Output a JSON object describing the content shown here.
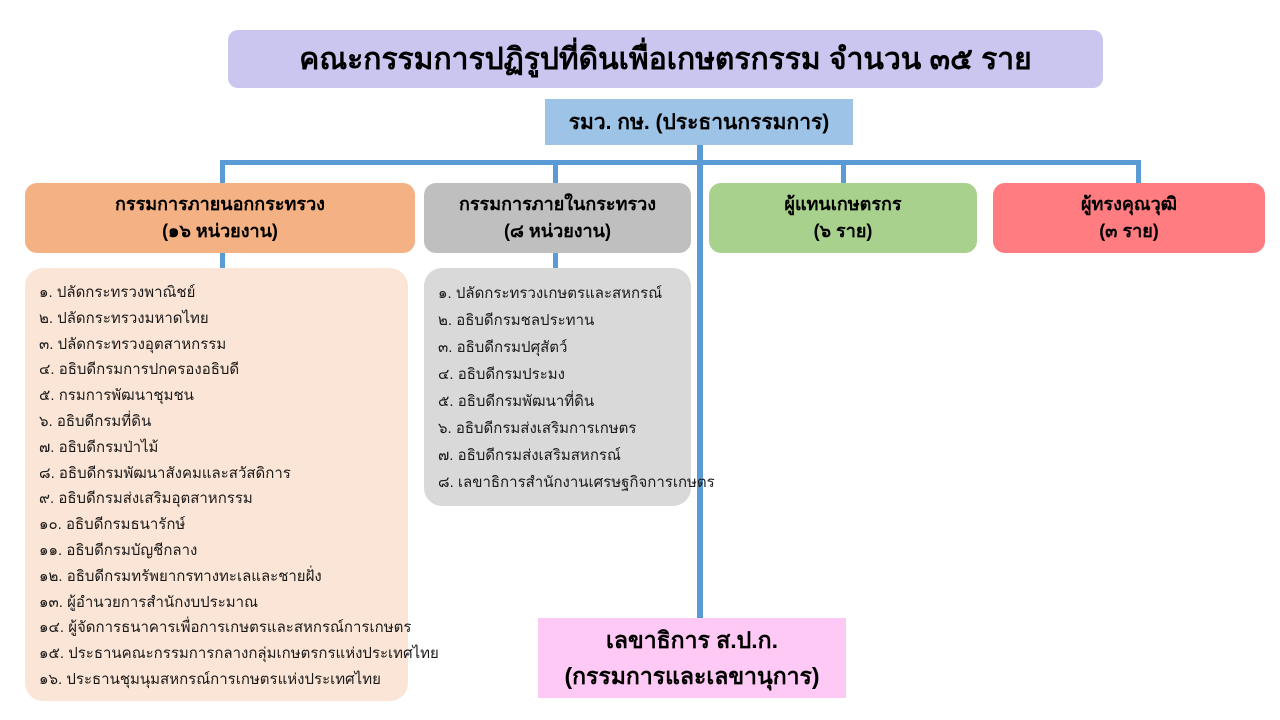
{
  "title": "คณะกรรมการปฏิรูปที่ดินเพื่อเกษตรกรรม จำนวน ๓๕ ราย",
  "chairman": "รมว. กษ. (ประธานกรรมการ)",
  "groups": [
    {
      "name": "กรรมการภายนอกกระทรวง",
      "count": "(๑๖ หน่วยงาน)",
      "color": "#f4b183",
      "list_color": "#fbe5d6",
      "members": [
        "๑. ปลัดกระทรวงพาณิชย์",
        "๒. ปลัดกระทรวงมหาดไทย",
        "๓. ปลัดกระทรวงอุตสาหกรรม",
        "๔. อธิบดีกรมการปกครองอธิบดี",
        "๕. กรมการพัฒนาชุมชน",
        "๖. อธิบดีกรมที่ดิน",
        "๗. อธิบดีกรมป่าไม้",
        "๘. อธิบดีกรมพัฒนาสังคมและสวัสดิการ",
        "๙. อธิบดีกรมส่งเสริมอุตสาหกรรม",
        "๑๐. อธิบดีกรมธนารักษ์",
        "๑๑. อธิบดีกรมบัญชีกลาง",
        "๑๒. อธิบดีกรมทรัพยากรทางทะเลและชายฝั่ง",
        "๑๓. ผู้อำนวยการสำนักงบประมาณ",
        "๑๔. ผู้จัดการธนาคารเพื่อการเกษตรและสหกรณ์การเกษตร",
        "๑๕. ประธานคณะกรรมการกลางกลุ่มเกษตรกรแห่งประเทศไทย",
        "๑๖. ประธานชุมนุมสหกรณ์การเกษตรแห่งประเทศไทย"
      ]
    },
    {
      "name": "กรรมการภายในกระทรวง",
      "count": "(๘ หน่วยงาน)",
      "color": "#bfbfbf",
      "list_color": "#d9d9d9",
      "members": [
        "๑. ปลัดกระทรวงเกษตรและสหกรณ์",
        "๒. อธิบดีกรมชลประทาน",
        "๓. อธิบดีกรมปศุสัตว์",
        "๔. อธิบดีกรมประมง",
        "๕. อธิบดีกรมพัฒนาที่ดิน",
        "๖. อธิบดีกรมส่งเสริมการเกษตร",
        "๗. อธิบดีกรมส่งเสริมสหกรณ์",
        "๘. เลขาธิการสำนักงานเศรษฐกิจการเกษตร"
      ]
    },
    {
      "name": "ผู้แทนเกษตรกร",
      "count": "(๖ ราย)",
      "color": "#a9d18e"
    },
    {
      "name": "ผู้ทรงคุณวุฒิ",
      "count": "(๓ ราย)",
      "color": "#ff7c80"
    }
  ],
  "secretary": {
    "title": "เลขาธิการ ส.ป.ก.",
    "role": "(กรรมการและเลขานุการ)"
  },
  "colors": {
    "title_bg": "#cac6f0",
    "chairman_bg": "#9dc3e6",
    "connector": "#5b9bd5",
    "secretary_bg": "#ffc9f5"
  }
}
